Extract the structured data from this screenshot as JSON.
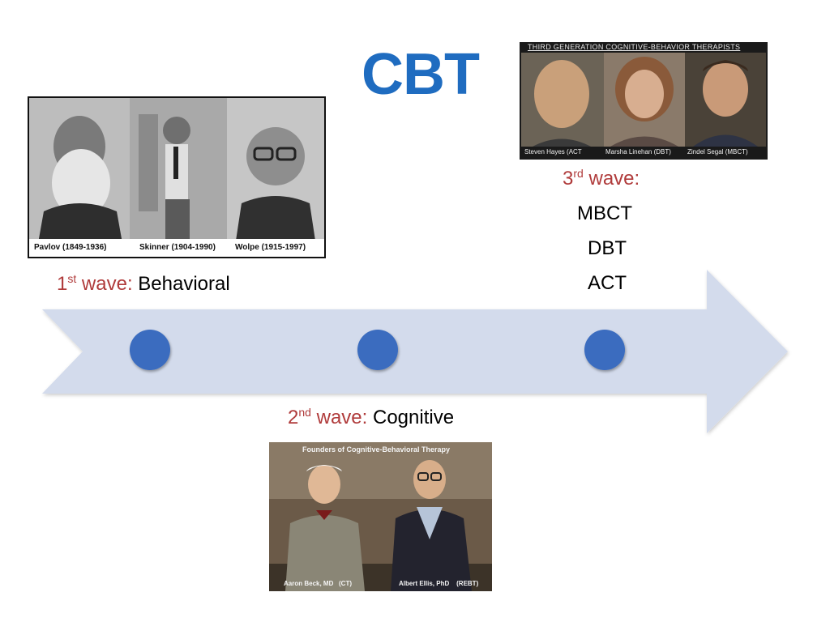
{
  "title": "CBT",
  "waves": [
    {
      "num": "1",
      "suffix": "st",
      "word": "wave:",
      "name": "Behavioral"
    },
    {
      "num": "2",
      "suffix": "nd",
      "word": "wave:",
      "name": "Cognitive"
    },
    {
      "num": "3",
      "suffix": "rd",
      "word": "wave:",
      "name": ""
    }
  ],
  "third_wave_therapies": [
    "MBCT",
    "DBT",
    "ACT"
  ],
  "photo_behavioral": {
    "captions": [
      "Pavlov (1849-1936)",
      "Skinner (1904-1990)",
      "Wolpe (1915-1997)"
    ]
  },
  "photo_cognitive": {
    "header": "Founders of Cognitive-Behavioral Therapy",
    "captions": [
      "Aaron Beck, MD   (CT)",
      "Albert Ellis, PhD    (REBT)"
    ]
  },
  "photo_third": {
    "header": "THIRD GENERATION COGNITIVE-BEHAVIOR THERAPISTS",
    "captions": [
      "Steven Hayes (ACT",
      "Marsha Linehan (DBT)",
      "Zindel Segal (MBCT)"
    ]
  },
  "colors": {
    "title": "#1f6cc0",
    "wave_label": "#b03b3b",
    "arrow": "#d3dbec",
    "dot": "#3a6cbf"
  }
}
